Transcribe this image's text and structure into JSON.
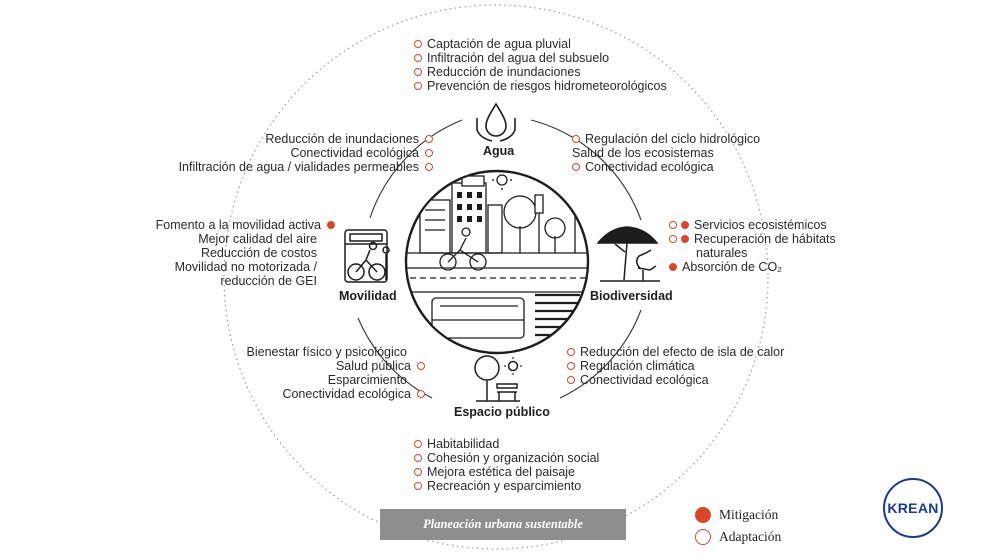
{
  "categories": {
    "agua": "Agua",
    "movilidad": "Movilidad",
    "biodiversidad": "Biodiversidad",
    "espacio_publico": "Espacio público"
  },
  "blocks": {
    "top": [
      {
        "text": "Captación de agua pluvial",
        "marks": [
          "adaptation"
        ]
      },
      {
        "text": "Infiltración del agua del subsuelo",
        "marks": [
          "adaptation"
        ]
      },
      {
        "text": "Reducción de inundaciones",
        "marks": [
          "adaptation"
        ]
      },
      {
        "text": "Prevención de riesgos hidrometeorológicos",
        "marks": [
          "adaptation"
        ]
      }
    ],
    "upper_left": [
      {
        "text": "Reducción de inundaciones",
        "marks": [
          "adaptation"
        ]
      },
      {
        "text": "Conectividad ecológica",
        "marks": [
          "adaptation"
        ]
      },
      {
        "text": "Infiltración de agua / vialidades permeables",
        "marks": [
          "adaptation"
        ]
      }
    ],
    "upper_right": [
      {
        "text": "Regulación del ciclo hidrológico",
        "marks": [
          "adaptation"
        ]
      },
      {
        "text": "Salud de los ecosistemas",
        "marks": []
      },
      {
        "text": "Conectividad ecológica",
        "marks": [
          "adaptation"
        ]
      }
    ],
    "mid_left": [
      {
        "text": "Fomento a la movilidad activa",
        "marks": [
          "mitigation"
        ]
      },
      {
        "text": "Mejor calidad del aire",
        "marks": []
      },
      {
        "text": "Reducción de costos",
        "marks": []
      },
      {
        "text": "Movilidad no motorizada /",
        "marks": []
      },
      {
        "text": "reducción de GEI",
        "marks": []
      }
    ],
    "mid_right": [
      {
        "text": "Servicios ecosistémicos",
        "marks": [
          "adaptation",
          "mitigation"
        ]
      },
      {
        "text": "Recuperación de hábitats",
        "marks": [
          "adaptation",
          "mitigation"
        ]
      },
      {
        "text": "naturales",
        "marks": [],
        "continuation": true
      },
      {
        "text": "Absorción de CO₂",
        "marks": [
          "mitigation"
        ]
      }
    ],
    "lower_left": [
      {
        "text": "Bienestar físico y psicológico",
        "marks": []
      },
      {
        "text": "Salud pública",
        "marks": [
          "adaptation"
        ]
      },
      {
        "text": "Esparcimiento",
        "marks": []
      },
      {
        "text": "Conectividad ecológica",
        "marks": [
          "adaptation"
        ]
      }
    ],
    "lower_right": [
      {
        "text": "Reducción del efecto de isla de calor",
        "marks": [
          "adaptation"
        ]
      },
      {
        "text": "Regulación climática",
        "marks": [
          "adaptation"
        ]
      },
      {
        "text": "Conectividad ecológica",
        "marks": [
          "adaptation"
        ]
      }
    ],
    "bottom": [
      {
        "text": "Habitabilidad",
        "marks": [
          "adaptation"
        ]
      },
      {
        "text": "Cohesión y organización social",
        "marks": [
          "adaptation"
        ]
      },
      {
        "text": "Mejora estética del paisaje",
        "marks": [
          "adaptation"
        ]
      },
      {
        "text": "Recreación y esparcimiento",
        "marks": [
          "adaptation"
        ]
      }
    ]
  },
  "banner": "Planeación urbana sustentable",
  "legend": {
    "mitigation": "Mitigación",
    "adaptation": "Adaptación"
  },
  "logo": "KREAN",
  "colors": {
    "accent": "#d9472b",
    "banner_bg": "#8e8e8e",
    "logo": "#1b3a8a",
    "line": "#333333"
  },
  "icons": [
    "water-drop-hands-icon",
    "bus-cyclist-icon",
    "acacia-tree-heron-icon",
    "tree-bench-sun-icon",
    "city-scene-illustration"
  ]
}
